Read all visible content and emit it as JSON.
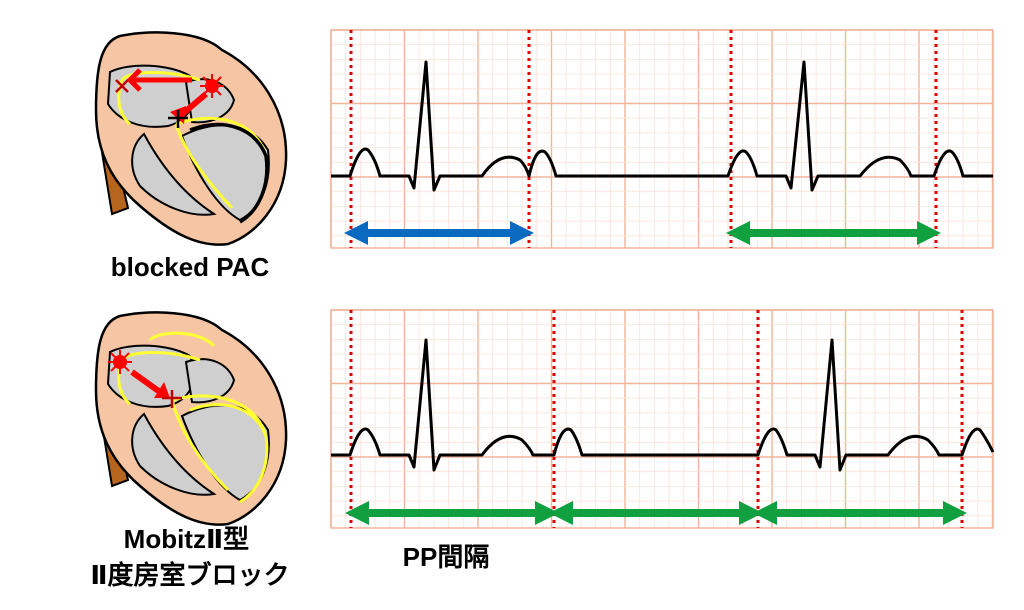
{
  "colors": {
    "grid_major": "#f2b49b",
    "grid_minor": "#fbe2d6",
    "ecg_line": "#000000",
    "marker": "#e00000",
    "arrow_blue": "#0a6abf",
    "arrow_green": "#10a040",
    "heart_outer": "#f6c6a4",
    "heart_inner": "#cfcfcf",
    "conduction": "#ffff33",
    "aorta": "#b5651d",
    "impulse": "#ff0000"
  },
  "panels": [
    {
      "caption_lines": [
        "blocked PAC"
      ],
      "heart_icon": "heart-conduction-blocked-pac-icon",
      "arrows": [
        "blue",
        "green"
      ]
    },
    {
      "caption_lines": [
        "MobitzⅡ型",
        "Ⅱ度房室ブロック"
      ],
      "heart_icon": "heart-conduction-mobitz2-icon",
      "arrows": [
        "green",
        "green",
        "green"
      ]
    }
  ],
  "interval_label": "PP間隔"
}
